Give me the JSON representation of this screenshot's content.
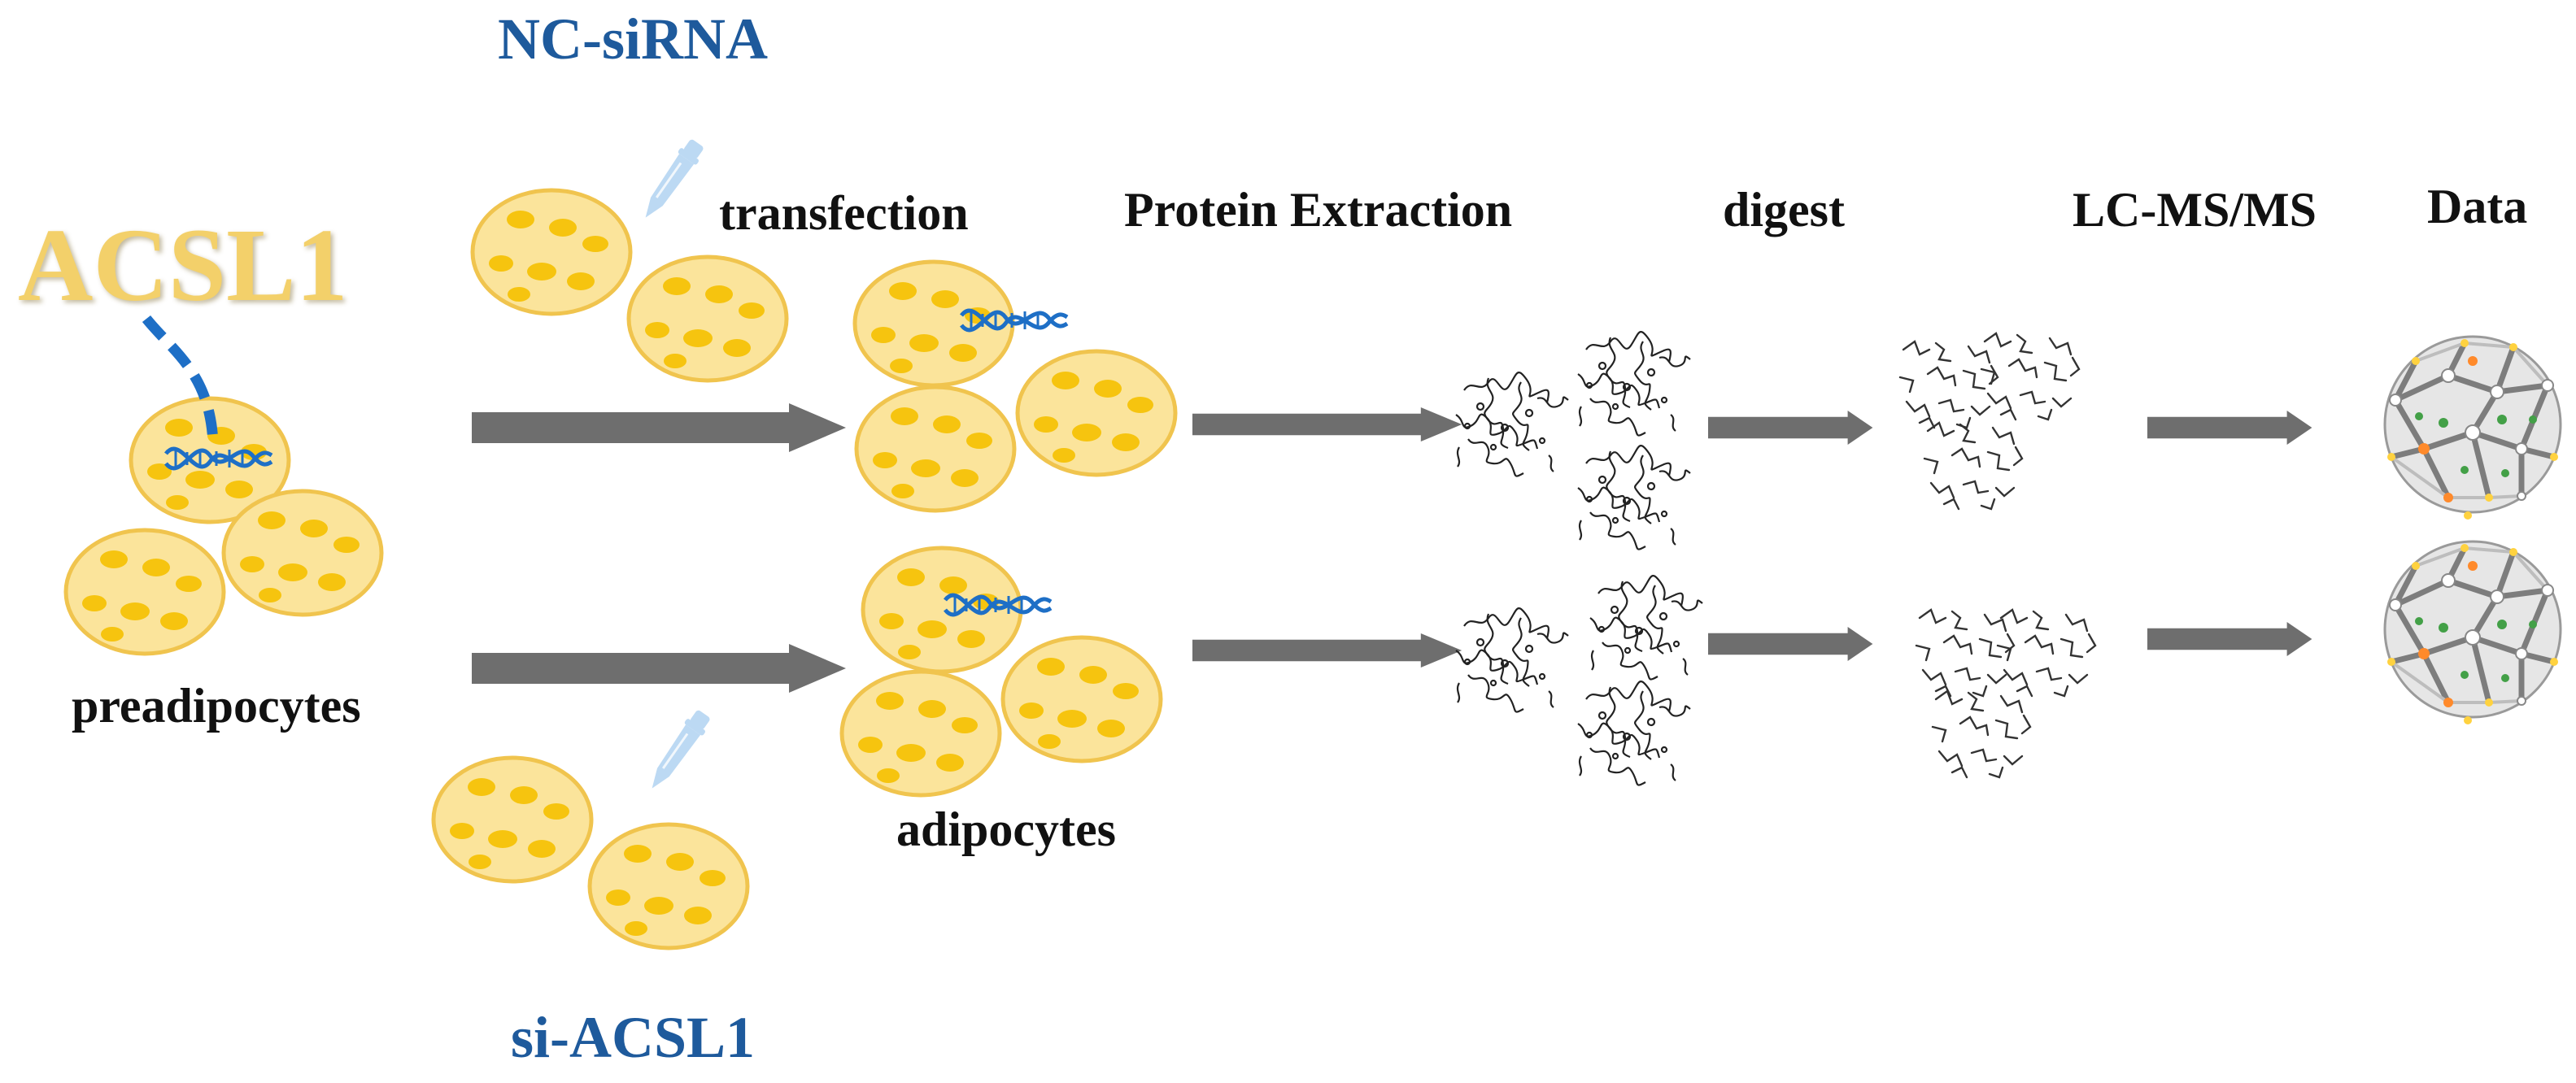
{
  "labels": {
    "nc_sirna": "NC-siRNA",
    "si_acsl1": "si-ACSL1",
    "acsl1": "ACSL1",
    "preadipocytes": "preadipocytes",
    "adipocytes": "adipocytes",
    "transfection": "transfection",
    "protein_extraction": "Protein Extraction",
    "digest": "digest",
    "lcms": "LC-MS/MS",
    "data": "Data"
  },
  "colors": {
    "cell_fill": "#fbe49b",
    "cell_stroke": "#f0c44e",
    "nucleus": "#f6c40f",
    "dna": "#1e6fc6",
    "arrow": "#6e6e6e",
    "blue_text": "#1e5a9c",
    "gold_text": "#f3d06a",
    "dropper": "#bcd9f3"
  },
  "icons": [
    "pipette-icon",
    "dna-helix-icon",
    "protein-structure-icon",
    "peptide-fragments-icon",
    "network-sphere-icon"
  ]
}
